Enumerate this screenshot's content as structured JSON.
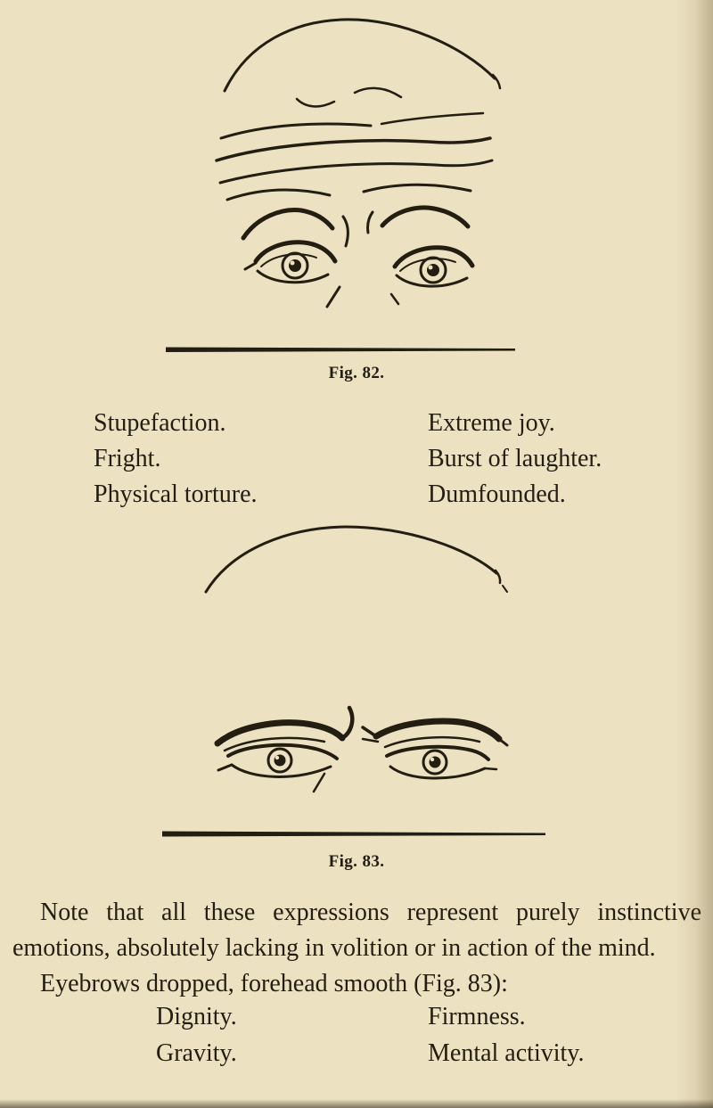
{
  "page": {
    "background": "#ece1c1",
    "ink": "#241d12"
  },
  "fig82": {
    "caption": "Fig. 82.",
    "columns": {
      "left": [
        "Stupefaction.",
        "Fright.",
        "Physical torture."
      ],
      "right": [
        "Extreme joy.",
        "Burst of laughter.",
        "Dumfounded."
      ]
    }
  },
  "fig83": {
    "caption": "Fig. 83.",
    "note_paragraph": "Note that all these expressions represent purely instinctive emotions, absolutely lacking in volition or in action of the mind.",
    "subheading": "Eyebrows dropped, forehead smooth (Fig. 83):",
    "columns": {
      "left": [
        "Dignity.",
        "Gravity."
      ],
      "right": [
        "Firmness.",
        "Mental activity."
      ]
    }
  }
}
